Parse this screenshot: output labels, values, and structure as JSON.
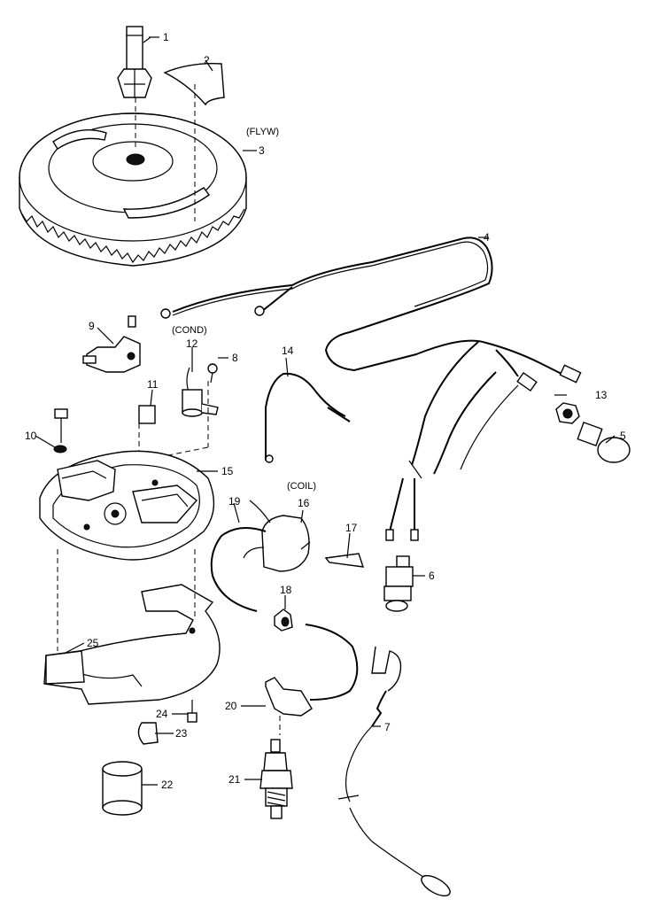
{
  "diagram": {
    "callouts": [
      {
        "id": "1",
        "text": "1"
      },
      {
        "id": "2",
        "text": "2"
      },
      {
        "id": "3",
        "text": "3"
      },
      {
        "id": "4",
        "text": "4"
      },
      {
        "id": "5",
        "text": "5"
      },
      {
        "id": "6",
        "text": "6"
      },
      {
        "id": "7",
        "text": "7"
      },
      {
        "id": "8",
        "text": "8"
      },
      {
        "id": "9",
        "text": "9"
      },
      {
        "id": "10",
        "text": "10"
      },
      {
        "id": "11",
        "text": "11"
      },
      {
        "id": "12",
        "text": "12"
      },
      {
        "id": "13",
        "text": "13"
      },
      {
        "id": "14",
        "text": "14"
      },
      {
        "id": "15",
        "text": "15"
      },
      {
        "id": "16",
        "text": "16"
      },
      {
        "id": "17",
        "text": "17"
      },
      {
        "id": "18",
        "text": "18"
      },
      {
        "id": "19",
        "text": "19"
      },
      {
        "id": "20",
        "text": "20"
      },
      {
        "id": "21",
        "text": "21"
      },
      {
        "id": "22",
        "text": "22"
      },
      {
        "id": "23",
        "text": "23"
      },
      {
        "id": "24",
        "text": "24"
      },
      {
        "id": "25",
        "text": "25"
      }
    ],
    "annotations": {
      "flywheel": "(FLYW)",
      "condenser": "(COND)",
      "coil": "(COIL)"
    }
  }
}
